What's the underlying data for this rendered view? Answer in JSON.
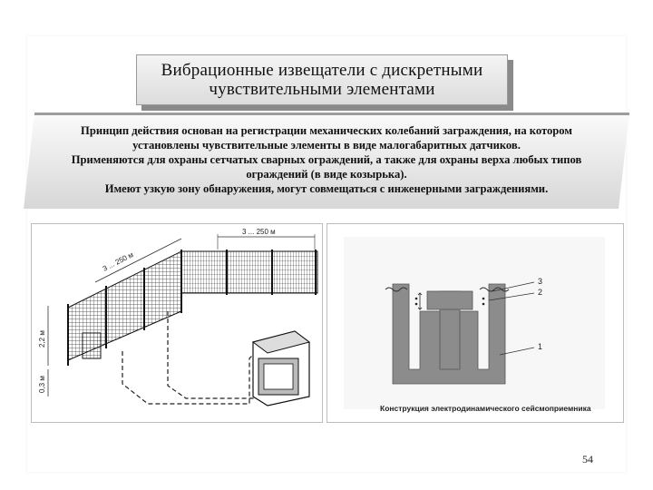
{
  "slide": {
    "title_lines": [
      "Вибрационные извещатели с дискретными",
      "чувствительными элементами"
    ],
    "description_lines": [
      "Принцип действия основан на регистрации механических колебаний заграждения, на котором",
      "установлены чувствительные элементы в виде малогабаритных датчиков.",
      "Применяются для охраны сетчатых сварных ограждений, а также для охраны верха любых типов",
      "ограждений (в виде козырька).",
      "Имеют узкую зону обнаружения, могут совмещаться с инженерными заграждениями."
    ],
    "page_number": "54"
  },
  "figure_left": {
    "span_label_top": "3 ... 250 м",
    "span_label_diag": "3 ... 250 м",
    "height_label": "2,2 м",
    "ground_label": "0,3 м"
  },
  "figure_right": {
    "callouts": [
      "3",
      "2",
      "1"
    ],
    "caption": "Конструкция электродинамического сейсмоприемника"
  }
}
